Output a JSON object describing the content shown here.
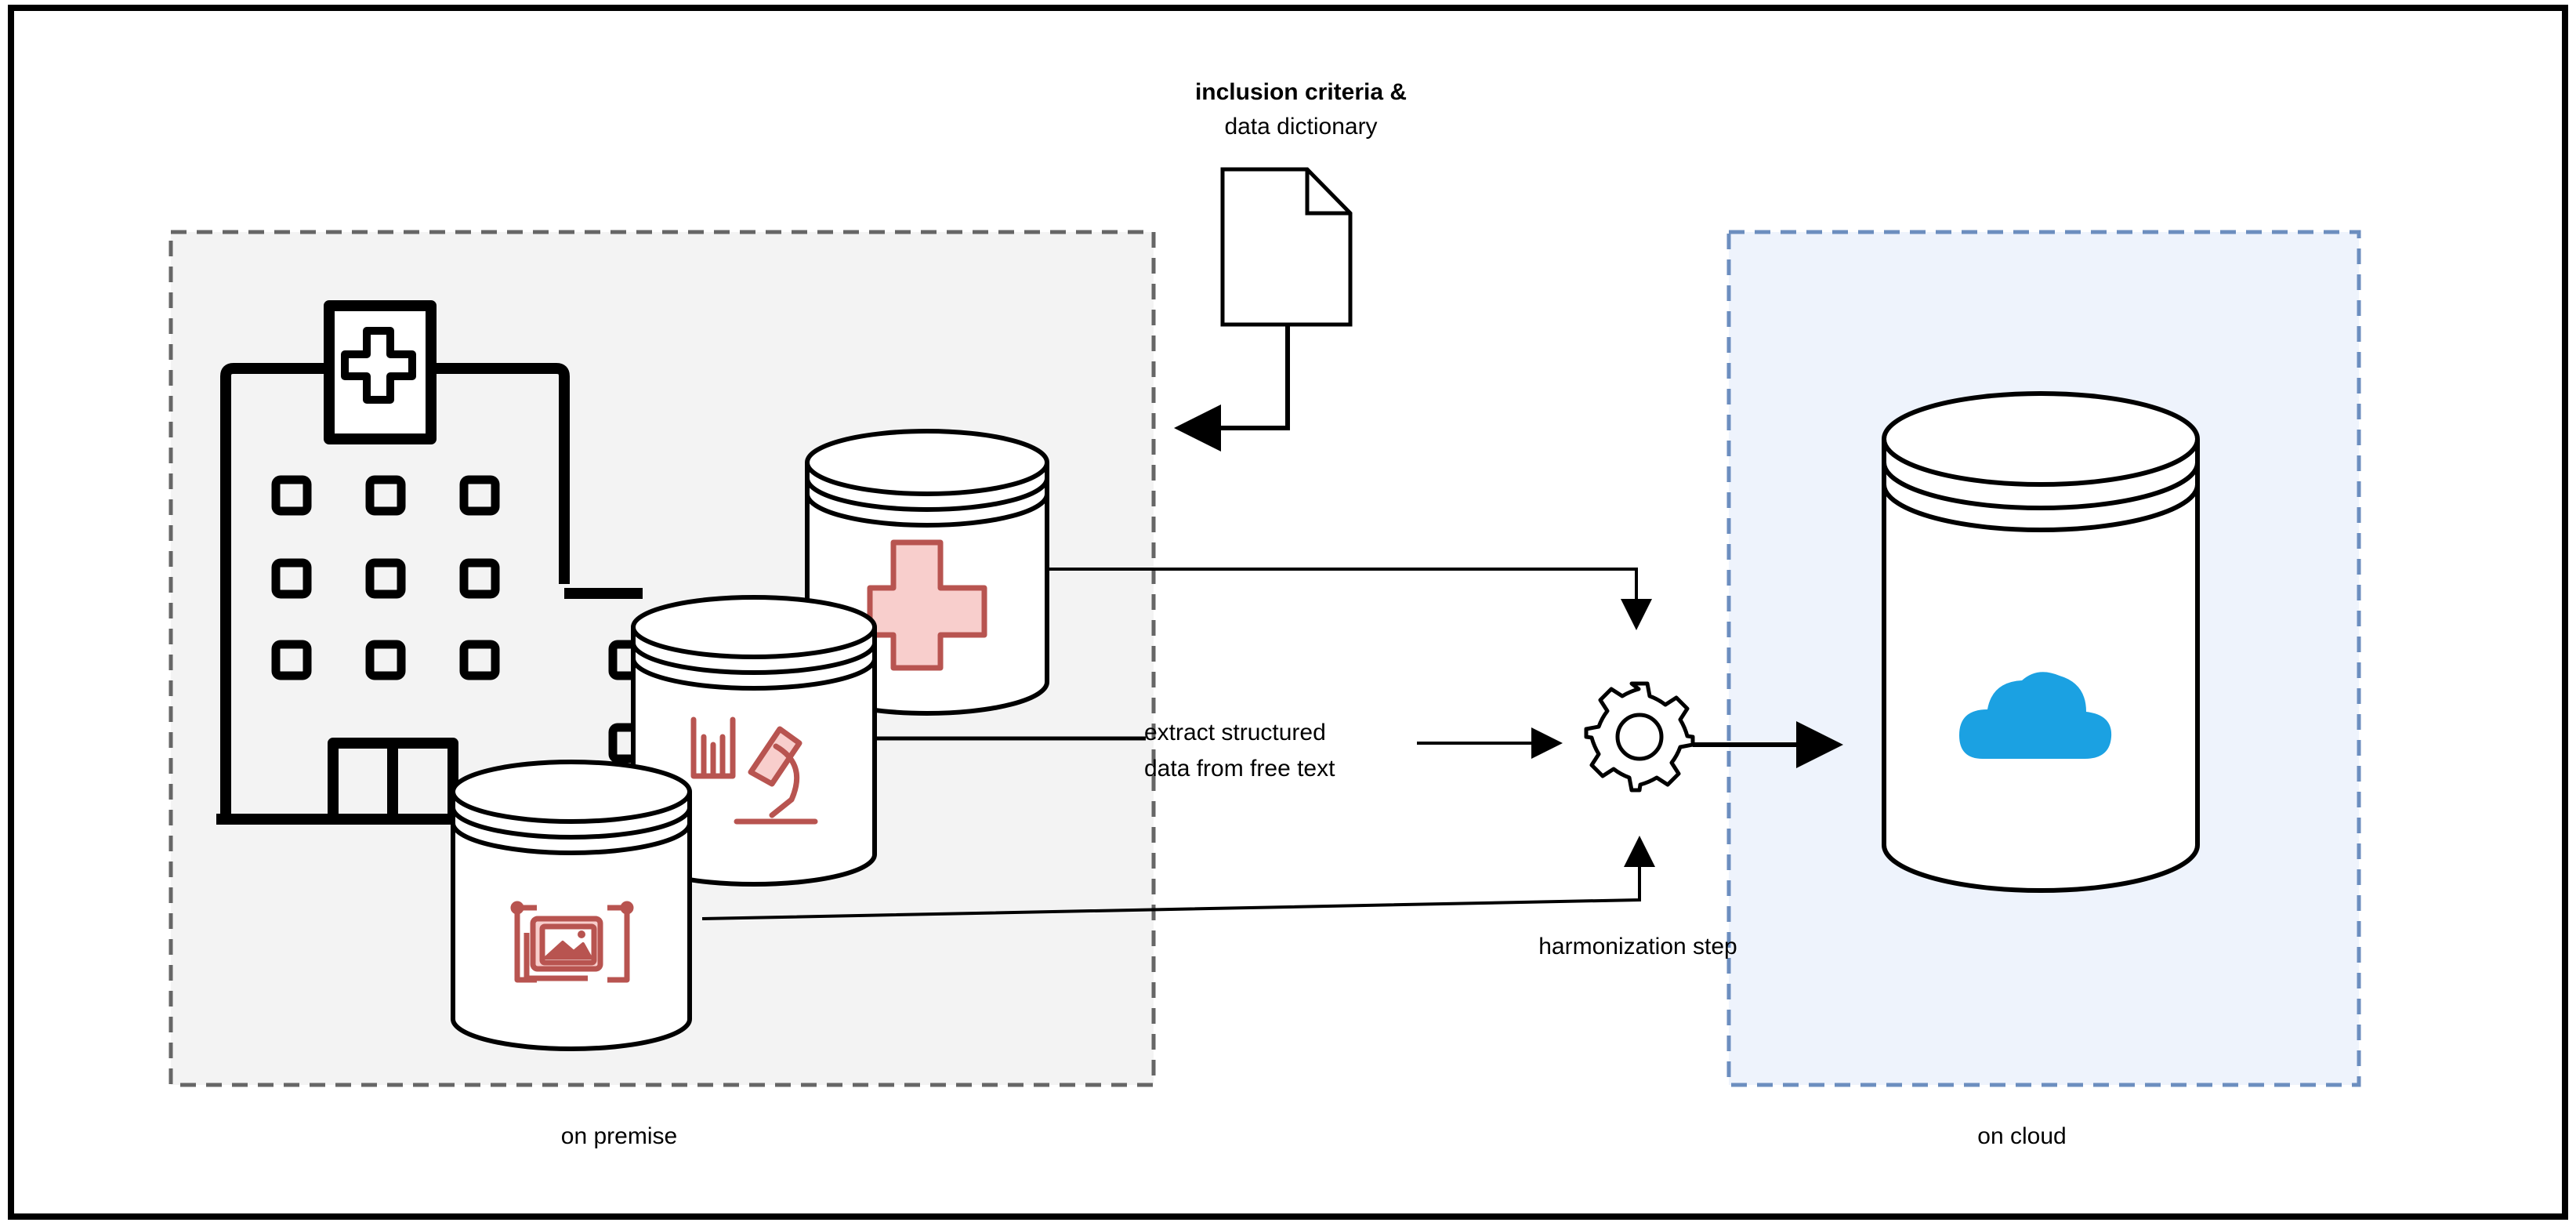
{
  "document": {
    "title_line1": "inclusion criteria &",
    "title_line2": "data dictionary"
  },
  "regions": {
    "on_premise_label": "on premise",
    "on_cloud_label": "on cloud"
  },
  "steps": {
    "extract_line1": "extract structured",
    "extract_line2": "data from free text",
    "harmonization": "harmonization step"
  },
  "icons": {
    "hospital": "hospital-icon",
    "document": "document-icon",
    "clinical_db": "medical-cross-icon",
    "lab_db": "microscope-icon",
    "imaging_db": "medical-image-icon",
    "process": "gear-icon",
    "cloud": "cloud-icon"
  },
  "colors": {
    "premise_fill": "#f3f3f3",
    "premise_border": "#666666",
    "cloud_fill": "#eef3fc",
    "cloud_border": "#6c8ebf",
    "db_icon": "#b85450",
    "db_icon_fill": "#f8cecc",
    "cloud_icon": "#1ba1e2"
  }
}
